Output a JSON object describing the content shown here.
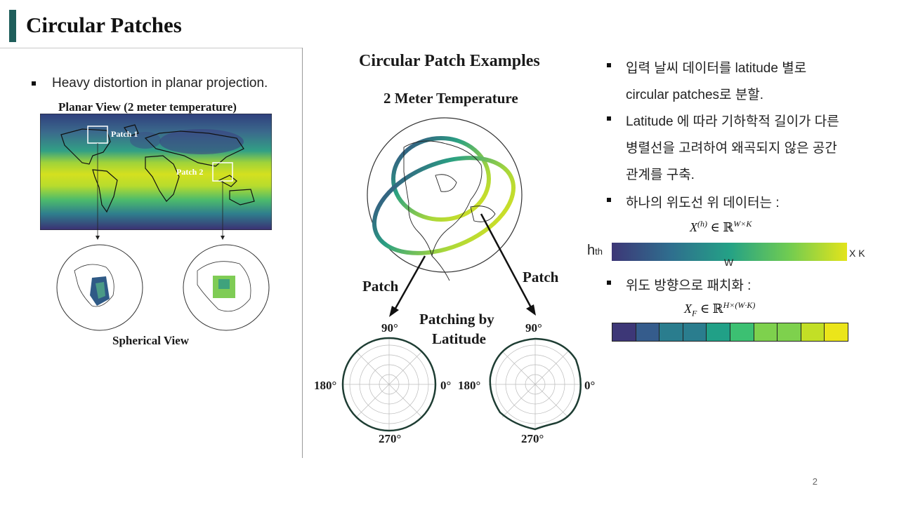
{
  "slide": {
    "title": "Circular Patches",
    "page_number": "2"
  },
  "left": {
    "bullet": "Heavy distortion in planar projection.",
    "planar_title": "Planar View (2 meter temperature)",
    "patch1_label": "Patch 1",
    "patch2_label": "Patch 2",
    "spherical_title": "Spherical View"
  },
  "middle": {
    "title": "Circular Patch Examples",
    "subtitle": "2 Meter Temperature",
    "patch_left_label": "Patch",
    "patch_right_label": "Patch",
    "patching_label_1": "Patching by",
    "patching_label_2": "Latitude",
    "polar_left": {
      "top": "90°",
      "left": "180°",
      "right": "0°",
      "bottom": "270°"
    },
    "polar_right": {
      "top": "90°",
      "left": "180°",
      "right": "0°",
      "bottom": "270°"
    }
  },
  "right": {
    "bullets": [
      {
        "lines": [
          "입력 날씨 데이터를 latitude 별로",
          "circular patches로 분할."
        ]
      },
      {
        "lines": [
          "Latitude 에 따라 기하학적 길이가 다른",
          "병렬선을 고려하여 왜곡되지 않은 공간",
          "관계를 구축."
        ]
      },
      {
        "lines": [
          "하나의 위도선 위 데이터는 :"
        ]
      },
      {
        "lines": [
          "위도 방향으로 패치화 :"
        ]
      }
    ],
    "formula1": {
      "base": "X",
      "sup": "(h)",
      "rel": " ∈ ℝ",
      "space": "W×K"
    },
    "bar_left_label": "h",
    "bar_left_sub": "th",
    "bar_bottom_label": "W",
    "bar_right_label": "X K",
    "formula2": {
      "base": "X",
      "sub": "F",
      "rel": " ∈ ℝ",
      "space": "H×(W·K)"
    },
    "colorbar_colors": [
      "#3d3777",
      "#355c8c",
      "#2a7d8e",
      "#21a087",
      "#3cc072",
      "#7ed14d",
      "#c2df26",
      "#ebe51a"
    ]
  }
}
